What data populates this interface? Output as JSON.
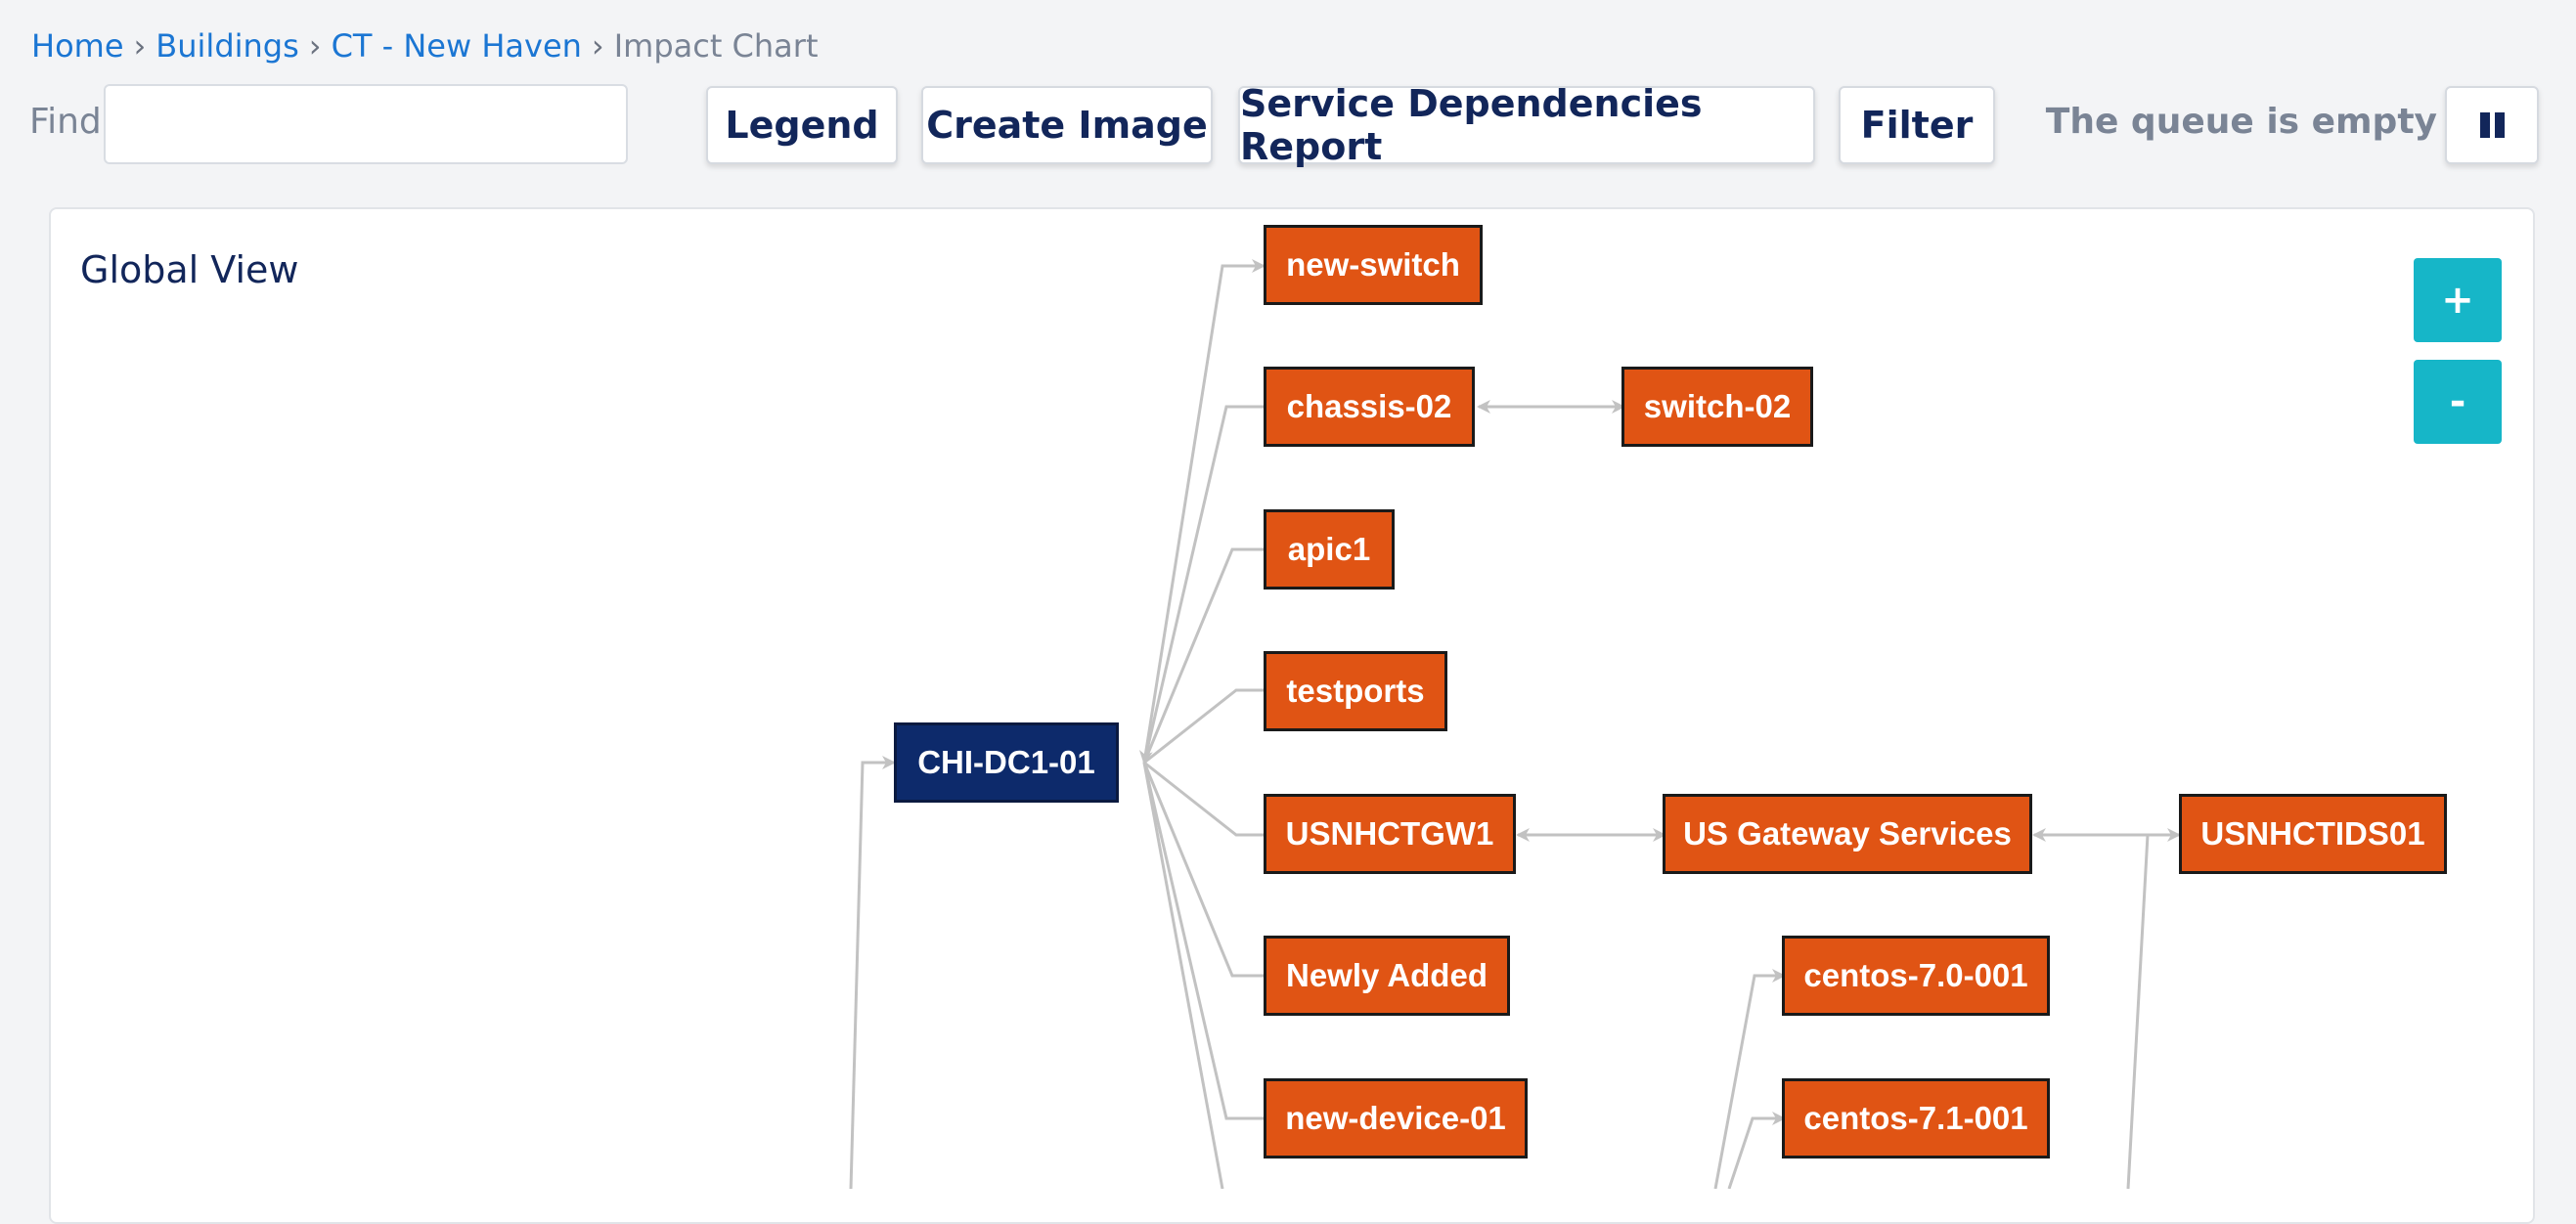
{
  "breadcrumb": {
    "items": [
      "Home",
      "Buildings",
      "CT - New Haven"
    ],
    "current": "Impact Chart",
    "separator": "›"
  },
  "toolbar": {
    "find_label": "Find",
    "find_value": "",
    "legend_label": "Legend",
    "create_image_label": "Create Image",
    "service_report_label": "Service Dependencies Report",
    "filter_label": "Filter",
    "queue_status": "The queue is empty",
    "pause_icon": "pause-icon"
  },
  "panel": {
    "title": "Global View",
    "zoom_in_label": "+",
    "zoom_out_label": "-"
  },
  "graph": {
    "root": "CHI-DC1-01",
    "nodes": {
      "new_switch": "new-switch",
      "chassis_02": "chassis-02",
      "switch_02": "switch-02",
      "apic1": "apic1",
      "testports": "testports",
      "chi_dc1_01": "CHI-DC1-01",
      "usnhctgw1": "USNHCTGW1",
      "us_gateway_services": "US Gateway Services",
      "usnhctids01": "USNHCTIDS01",
      "newly_added": "Newly Added",
      "centos_70": "centos-7.0-001",
      "new_device_01": "new-device-01",
      "centos_71": "centos-7.1-001"
    },
    "colors": {
      "device_fill": "#e05414",
      "root_fill": "#0d2a6b",
      "edge": "#c2c2c2",
      "zoom_button": "#16b6c8"
    }
  }
}
